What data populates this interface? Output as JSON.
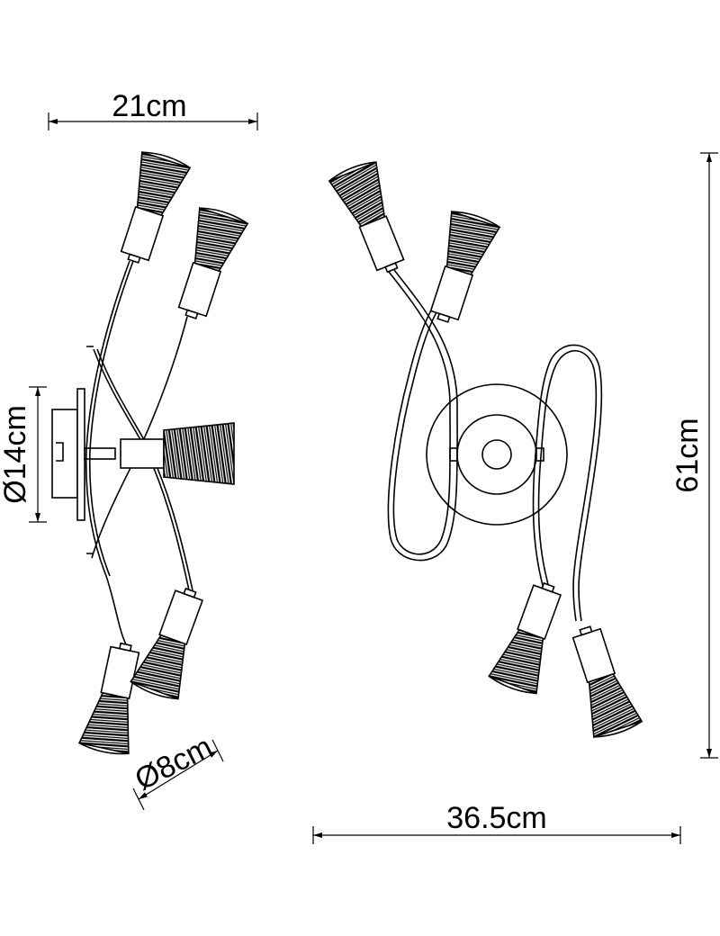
{
  "dimensions": {
    "width_top": "21cm",
    "canopy_diameter": "Ø14cm",
    "shade_diameter": "Ø8cm",
    "height_right": "61cm",
    "width_bottom": "36.5cm"
  },
  "colors": {
    "line": "#000000",
    "background": "#ffffff"
  }
}
